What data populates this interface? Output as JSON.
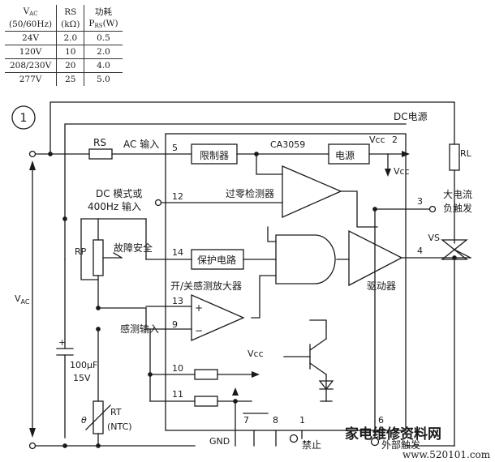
{
  "table": {
    "headers": {
      "col1": {
        "main": "V",
        "sub": "AC",
        "second": "(50/60Hz)"
      },
      "col2": {
        "main": "RS",
        "second": "(kΩ)"
      },
      "col3": {
        "main": "功耗",
        "second_main": "P",
        "second_sub": "RS",
        "second_unit": "(W)"
      }
    },
    "rows": [
      {
        "vac": "24V",
        "rs": "2.0",
        "p": "0.5"
      },
      {
        "vac": "120V",
        "rs": "10",
        "p": "2.0"
      },
      {
        "vac": "208/230V",
        "rs": "20",
        "p": "4.0"
      },
      {
        "vac": "277V",
        "rs": "25",
        "p": "5.0"
      }
    ]
  },
  "diagram": {
    "figure_number": "1",
    "chip_name": "CA3059",
    "labels": {
      "dc_supply": "DC电源",
      "rs": "RS",
      "ac_input": "AC 输入",
      "limiter": "限制器",
      "power_block": "电源",
      "vcc_top": "Vcc",
      "vcc_arrow": "Vcc",
      "vcc_pin10": "Vcc",
      "zero_detector": "过零检测器",
      "dc_mode_line1": "DC 模式或",
      "dc_mode_line2": "400Hz 输入",
      "fail_safe": "故障安全",
      "protect_circuit": "保护电路",
      "onoff_amp": "开/关感测放大器",
      "sense_input": "感测输入",
      "driver": "驱动器",
      "high_current_line1": "大电流",
      "high_current_line2": "负触发",
      "rl": "RL",
      "vs": "VS",
      "rp": "RP",
      "vac": "V",
      "vac_sub": "AC",
      "cap_line1": "100μF",
      "cap_line2": "15V",
      "rt": "RT",
      "rt_ntc": "(NTC)",
      "theta": "θ",
      "gnd": "GND",
      "inhibit": "禁止",
      "ext_trigger": "外部触发",
      "plus": "+",
      "minus": "−",
      "cap_plus": "+"
    },
    "pins": [
      "5",
      "2",
      "12",
      "3",
      "14",
      "4",
      "13",
      "9",
      "10",
      "11",
      "7",
      "8",
      "1",
      "6"
    ]
  },
  "watermark": {
    "main": "家电维修资料网",
    "sub": "www.520101.com"
  }
}
